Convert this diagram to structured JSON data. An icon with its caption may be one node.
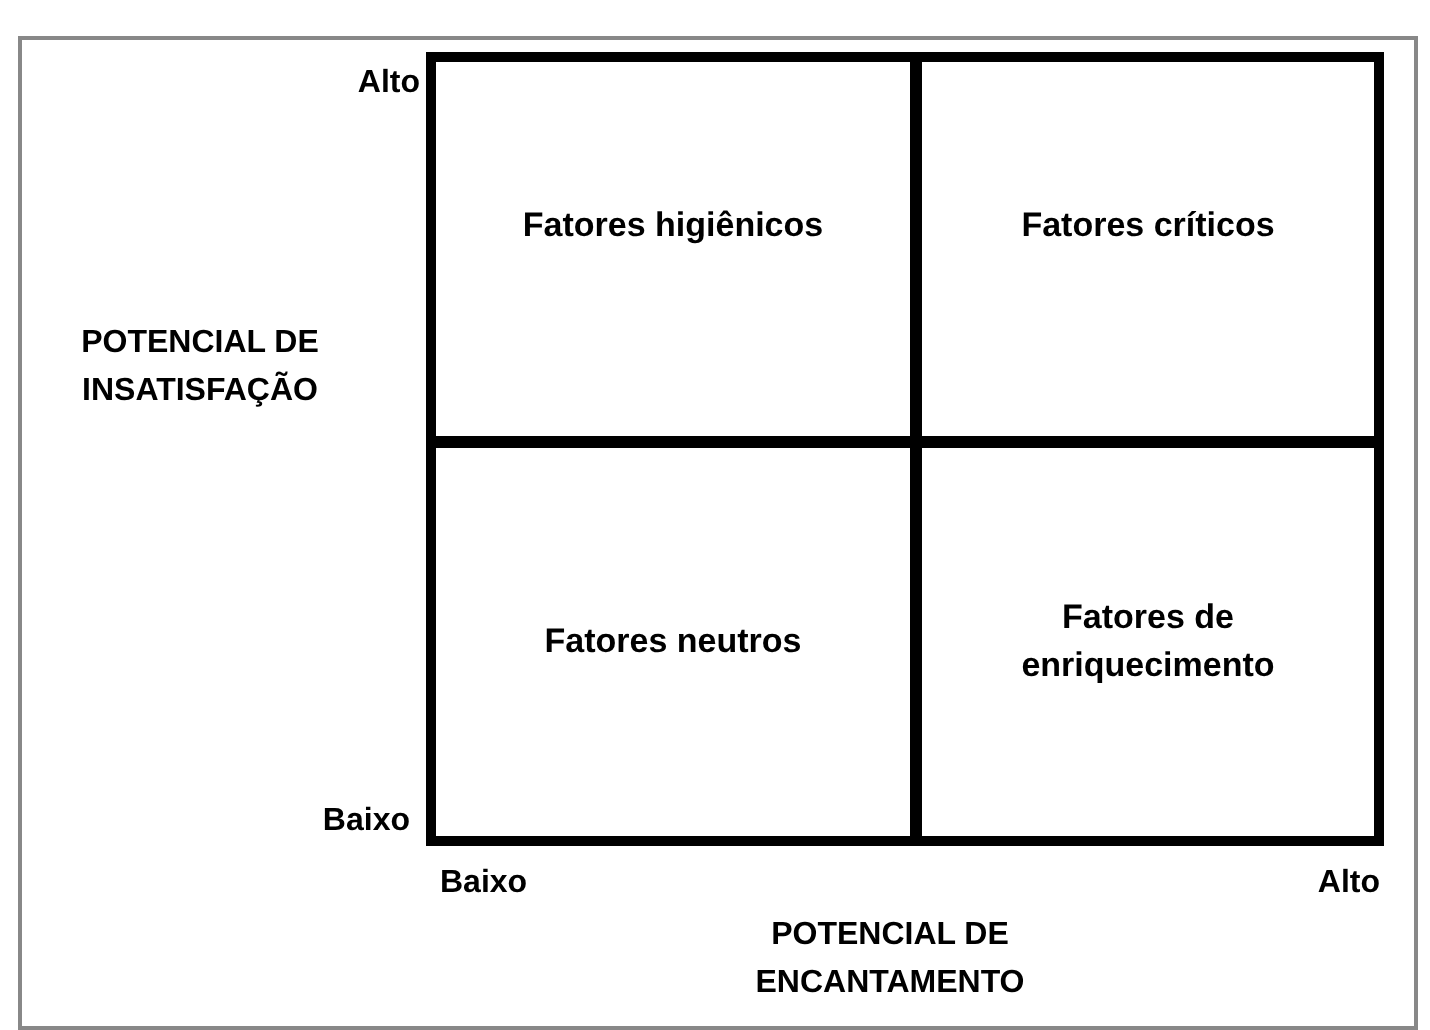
{
  "diagram": {
    "nodes": [
      {
        "text": [
          "Fatores higiênicos"
        ]
      },
      {
        "text": [
          "Fatores críticos"
        ]
      },
      {
        "text": [
          "Fatores neutros"
        ]
      },
      {
        "text": [
          "Fatores de enriquecimento"
        ]
      }
    ],
    "labels": [
      "Alto",
      "POTENCIAL DE INSATISFAÇÃO",
      "Baixo",
      "Baixo",
      "Alto",
      "POTENCIAL DE ENCANTAMENTO"
    ]
  }
}
